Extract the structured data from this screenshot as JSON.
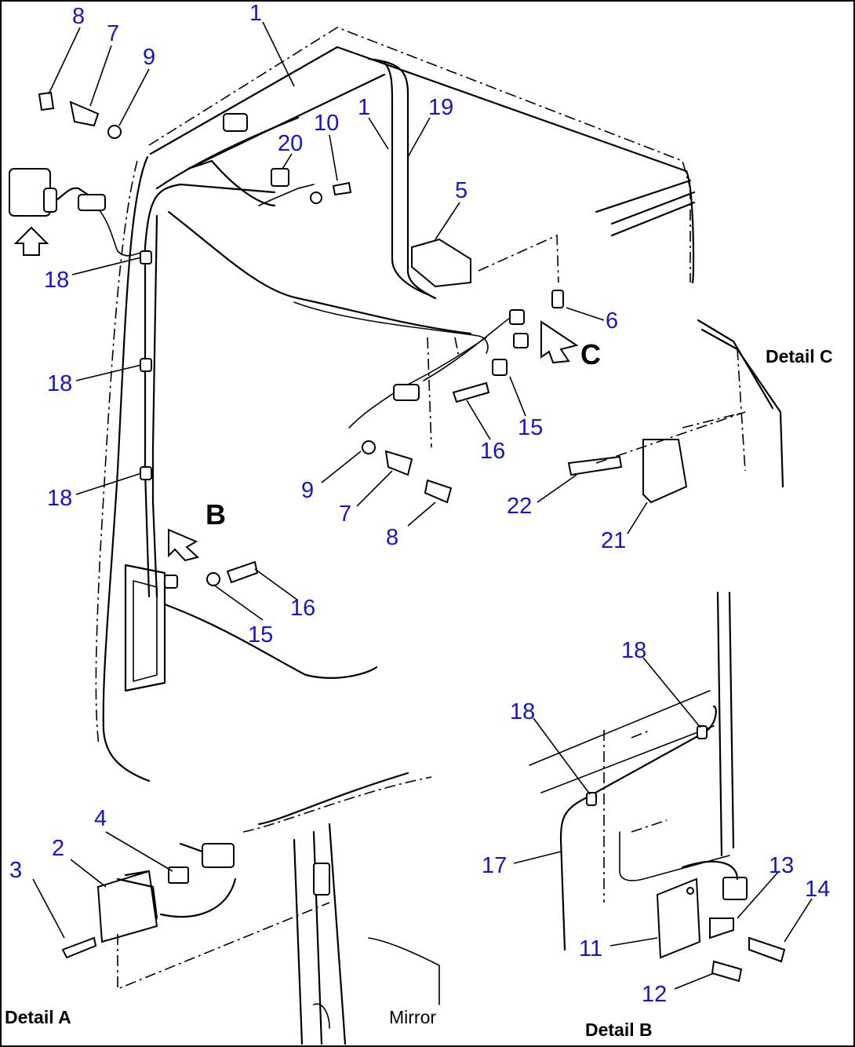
{
  "diagram": {
    "callouts": [
      "1",
      "1",
      "2",
      "3",
      "4",
      "5",
      "6",
      "7",
      "7",
      "8",
      "8",
      "9",
      "9",
      "10",
      "11",
      "12",
      "13",
      "14",
      "15",
      "15",
      "16",
      "16",
      "17",
      "18",
      "18",
      "18",
      "18",
      "18",
      "19",
      "20",
      "21",
      "22"
    ],
    "views": [
      "B",
      "C"
    ],
    "labels": {
      "detail_a": "Detail  A",
      "detail_b": "Detail  B",
      "detail_c": "Detail  C",
      "mirror": "Mirror"
    }
  }
}
